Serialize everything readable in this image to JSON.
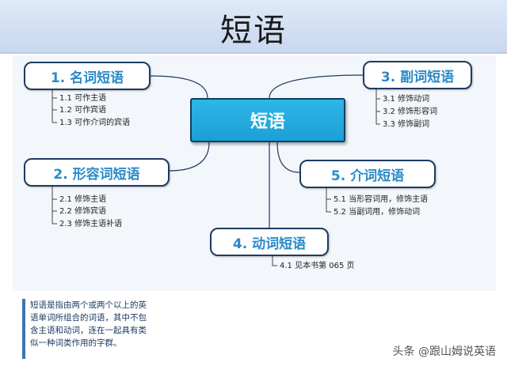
{
  "title": "短语",
  "center": "短语",
  "branches": {
    "b1": {
      "label": "1. 名词短语",
      "items": [
        "1.1 可作主语",
        "1.2 可作宾语",
        "1.3 可作介词的宾语"
      ]
    },
    "b2": {
      "label": "2. 形容词短语",
      "items": [
        "2.1 修饰主语",
        "2.2 修饰宾语",
        "2.3 修饰主语补语"
      ]
    },
    "b3": {
      "label": "3. 副词短语",
      "items": [
        "3.1 修饰动词",
        "3.2 修饰形容词",
        "3.3 修饰副词"
      ]
    },
    "b4": {
      "label": "4. 动词短语",
      "items": [
        "4.1 见本书第 065 页"
      ]
    },
    "b5": {
      "label": "5. 介词短语",
      "items": [
        "5.1 当形容词用，修饰主语",
        "5.2 当副词用，修饰动词"
      ]
    }
  },
  "note": [
    "短语是指由两个或两个以上的英",
    "语单词所组合的词语，其中不包",
    "含主语和动词，连在一起具有类",
    "似一种词类作用的字群。"
  ],
  "watermark": "头条 @跟山姆说英语",
  "colors": {
    "accent": "#1aa0d6",
    "branch_text": "#2a8bc8",
    "border": "#1e3a63"
  }
}
